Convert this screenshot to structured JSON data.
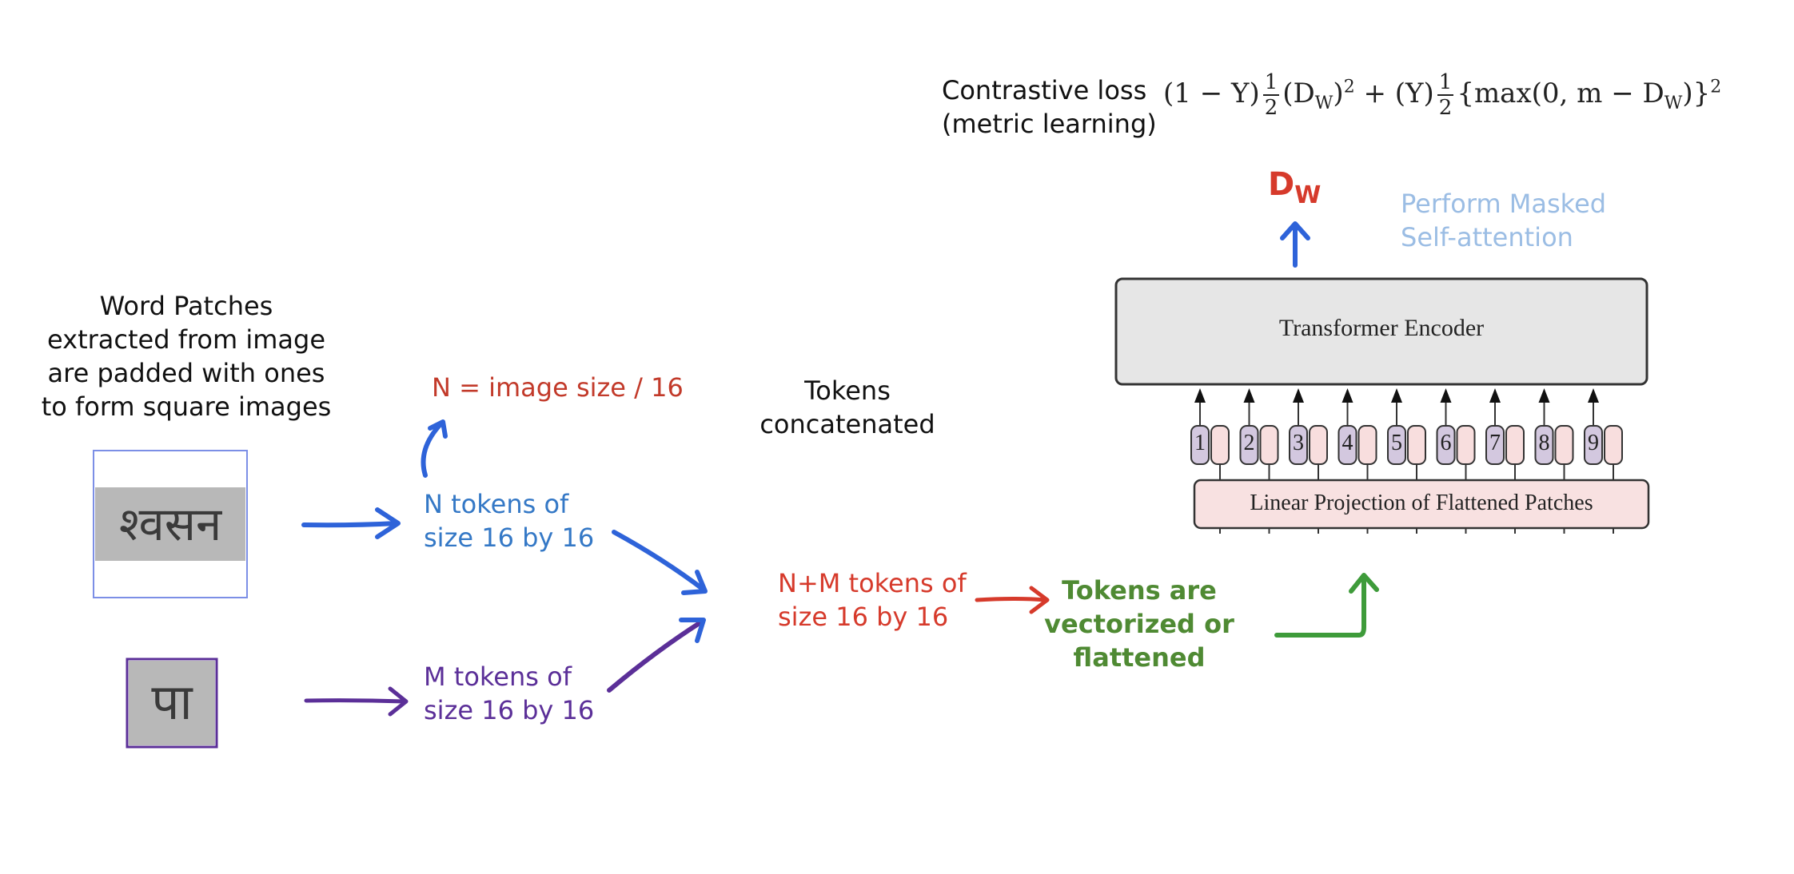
{
  "colors": {
    "blue": "#2e63d9",
    "blue_text": "#3478c6",
    "purple": "#5b2f98",
    "red": "#d63a2b",
    "green": "#3e9b3a",
    "green_text": "#4f8a33",
    "light_blue": "#9bbde4",
    "encoder_fill": "#e6e6e6",
    "projection_fill": "#f8e1e1",
    "token_purple": "#d3c8df",
    "token_pink": "#f8dede"
  },
  "word_patches_note": "Word Patches\nextracted from image\nare padded with ones\nto form square images",
  "word_image_1_text": "श्वसन",
  "word_image_2_text": "पा",
  "n_size_note": "N = image size / 16",
  "n_tokens_note": "N tokens of\nsize 16 by 16",
  "m_tokens_note": "M tokens of\nsize 16 by 16",
  "concat_note": "Tokens\nconcatenated",
  "nm_tokens_note": "N+M tokens of\nsize 16 by 16",
  "vectorized_note": "Tokens are\nvectorized or\nflattened",
  "loss_label": "Contrastive loss\n(metric learning)",
  "formula": {
    "part1": "(1 − Y)",
    "half_num": "1",
    "half_den": "2",
    "part2": "(D",
    "sub_w": "W",
    "part3": ")",
    "sup2": "2",
    "part4": " + (Y)",
    "part5": "{max(0, m − D",
    "part6": ")}"
  },
  "dw_label_main": "D",
  "dw_label_sub": "W",
  "self_attention_note": "Perform Masked\nSelf-attention",
  "encoder_label": "Transformer Encoder",
  "projection_label": "Linear Projection of Flattened Patches",
  "token_labels": [
    "1",
    "2",
    "3",
    "4",
    "5",
    "6",
    "7",
    "8",
    "9"
  ]
}
